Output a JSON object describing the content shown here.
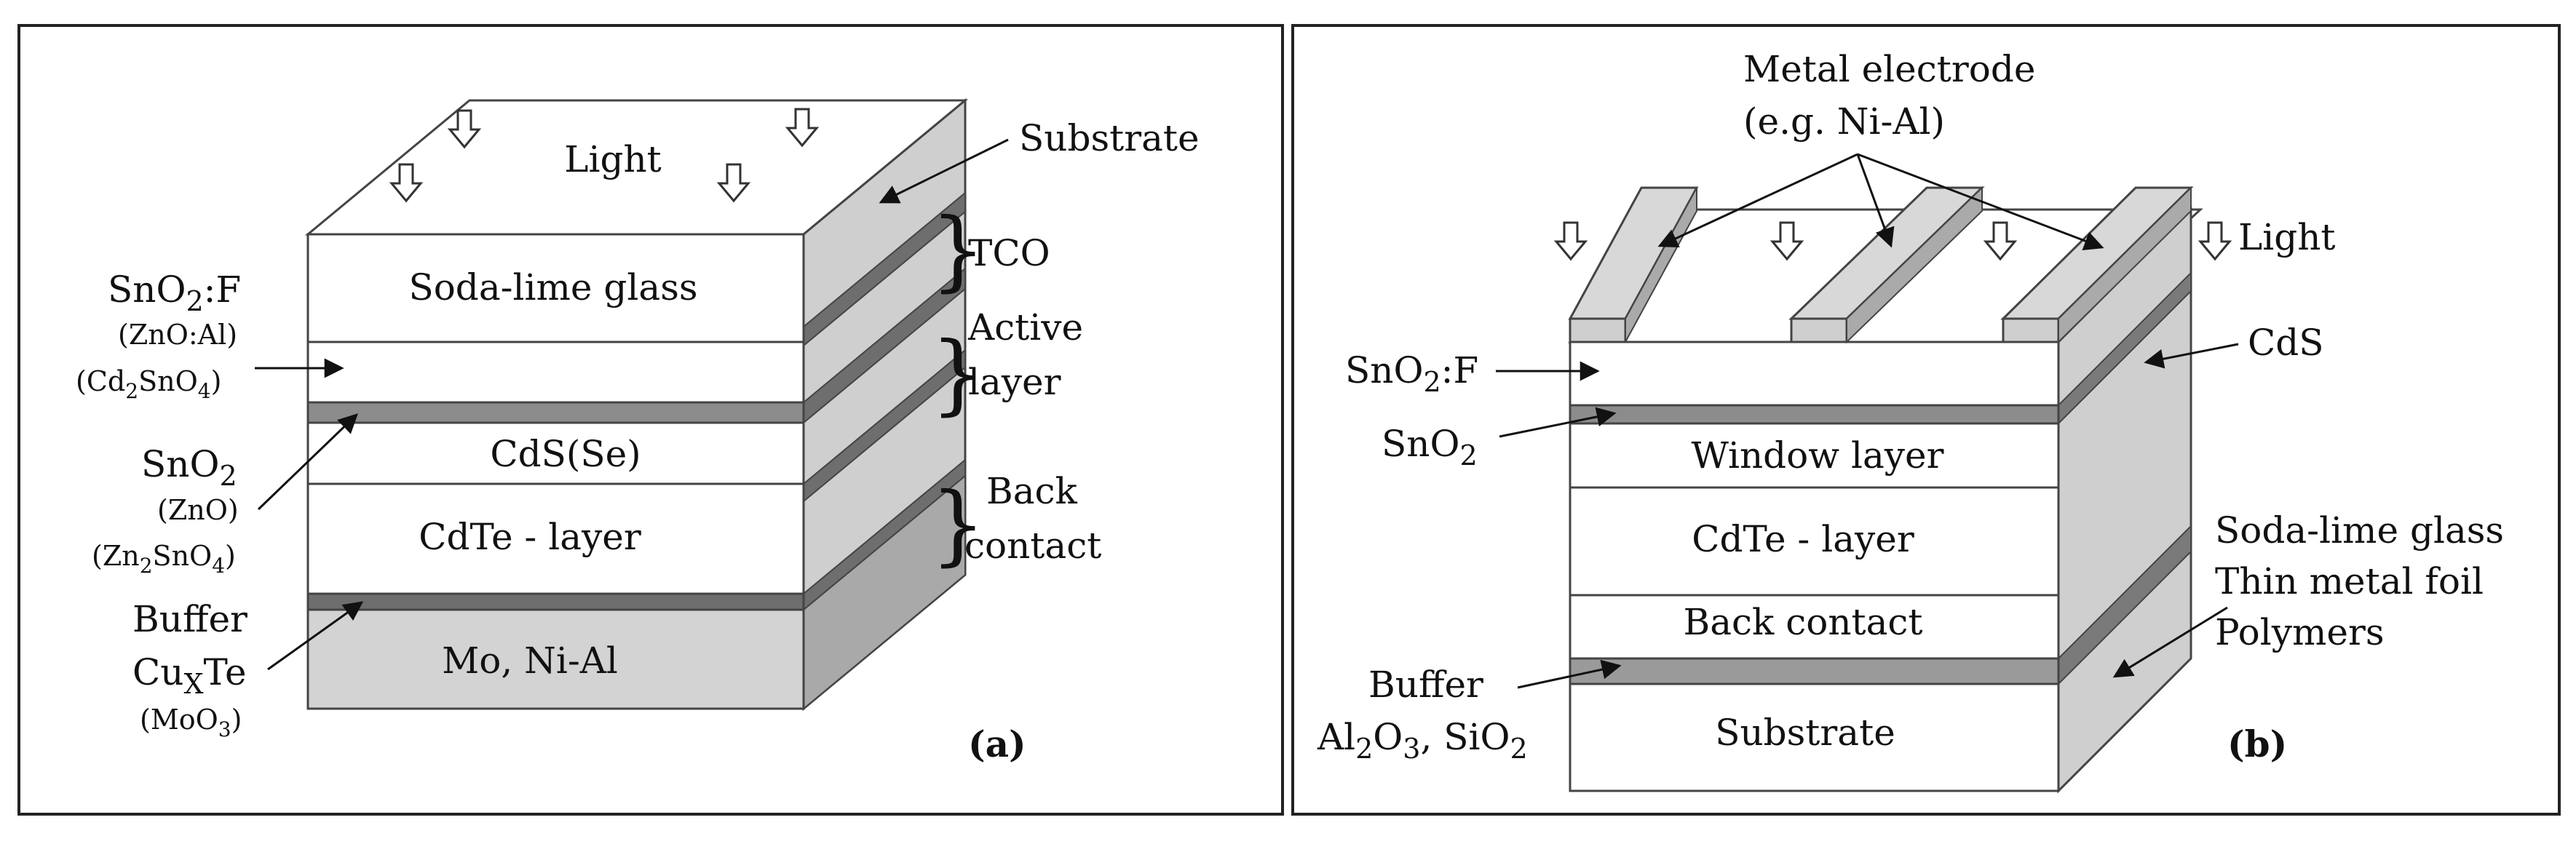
{
  "panel_a": {
    "light": "Light",
    "substrate": "Substrate",
    "soda_lime": "Soda-lime glass",
    "cds": "CdS(Se)",
    "cdte": "CdTe - layer",
    "mo": "Mo, Ni-Al",
    "tco": "TCO",
    "active_1": "Active",
    "active_2": "layer",
    "back_1": "Back",
    "back_2": "contact",
    "sno2f_main": "SnO",
    "sno2f_sub": "2",
    "sno2f_tail": ":F",
    "zno_al": "(ZnO:Al)",
    "cd2sno4_a": "(Cd",
    "cd2sno4_b": "2",
    "cd2sno4_c": "SnO",
    "cd2sno4_d": "4",
    "cd2sno4_e": ")",
    "sno2_main": "SnO",
    "sno2_sub": "2",
    "zno": "(ZnO)",
    "zn2sno4_a": "(Zn",
    "zn2sno4_b": "2",
    "zn2sno4_c": "SnO",
    "zn2sno4_d": "4",
    "zn2sno4_e": ")",
    "buffer": "Buffer",
    "cuxte_a": "Cu",
    "cuxte_b": "X",
    "cuxte_c": "Te",
    "moo3_a": "(MoO",
    "moo3_b": "3",
    "moo3_c": ")",
    "tag": "(a)"
  },
  "panel_b": {
    "metal_1": "Metal electrode",
    "metal_2": "(e.g. Ni-Al)",
    "light": "Light",
    "cds": "CdS",
    "sno2f_main": "SnO",
    "sno2f_sub": "2",
    "sno2f_tail": ":F",
    "sno2_main": "SnO",
    "sno2_sub": "2",
    "window": "Window layer",
    "cdte": "CdTe - layer",
    "back_contact": "Back contact",
    "substrate": "Substrate",
    "soda_lime": "Soda-lime glass",
    "metal_foil": "Thin metal foil",
    "polymers": "Polymers",
    "buffer": "Buffer",
    "al2o3_a": "Al",
    "al2o3_b": "2",
    "al2o3_c": "O",
    "al2o3_d": "3",
    "al2o3_e": ", SiO",
    "al2o3_f": "2",
    "tag": "(b)"
  }
}
